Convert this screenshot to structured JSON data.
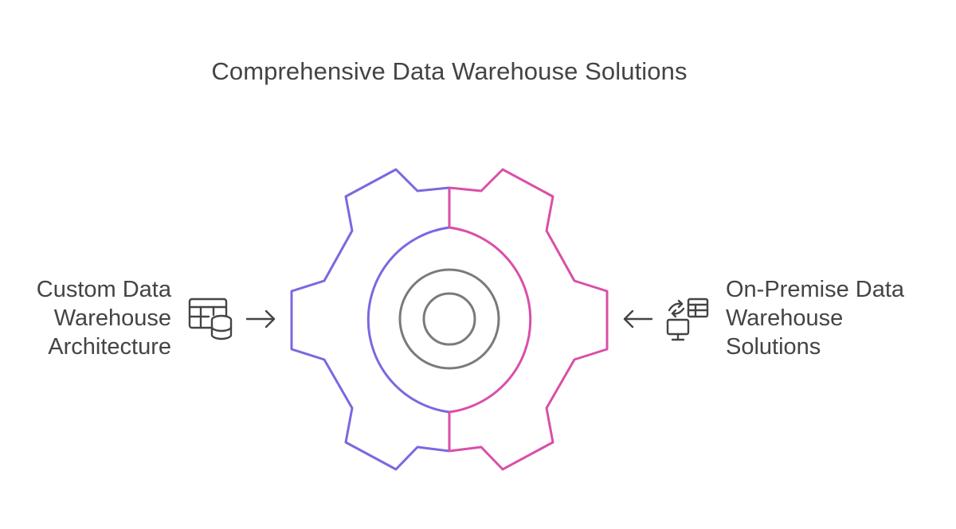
{
  "title": "Comprehensive Data Warehouse Solutions",
  "left": {
    "lines": [
      "Custom Data",
      "Warehouse",
      "Architecture"
    ],
    "icon": "table-database-icon",
    "color": "#7b68e0"
  },
  "right": {
    "lines": [
      "On-Premise Data",
      "Warehouse",
      "Solutions"
    ],
    "icon": "monitor-table-sync-icon",
    "color": "#d94fa8"
  },
  "colors": {
    "left_half": "#7b68e0",
    "right_half": "#d94fa8",
    "center": "#7a7a7a",
    "text": "#444444"
  }
}
